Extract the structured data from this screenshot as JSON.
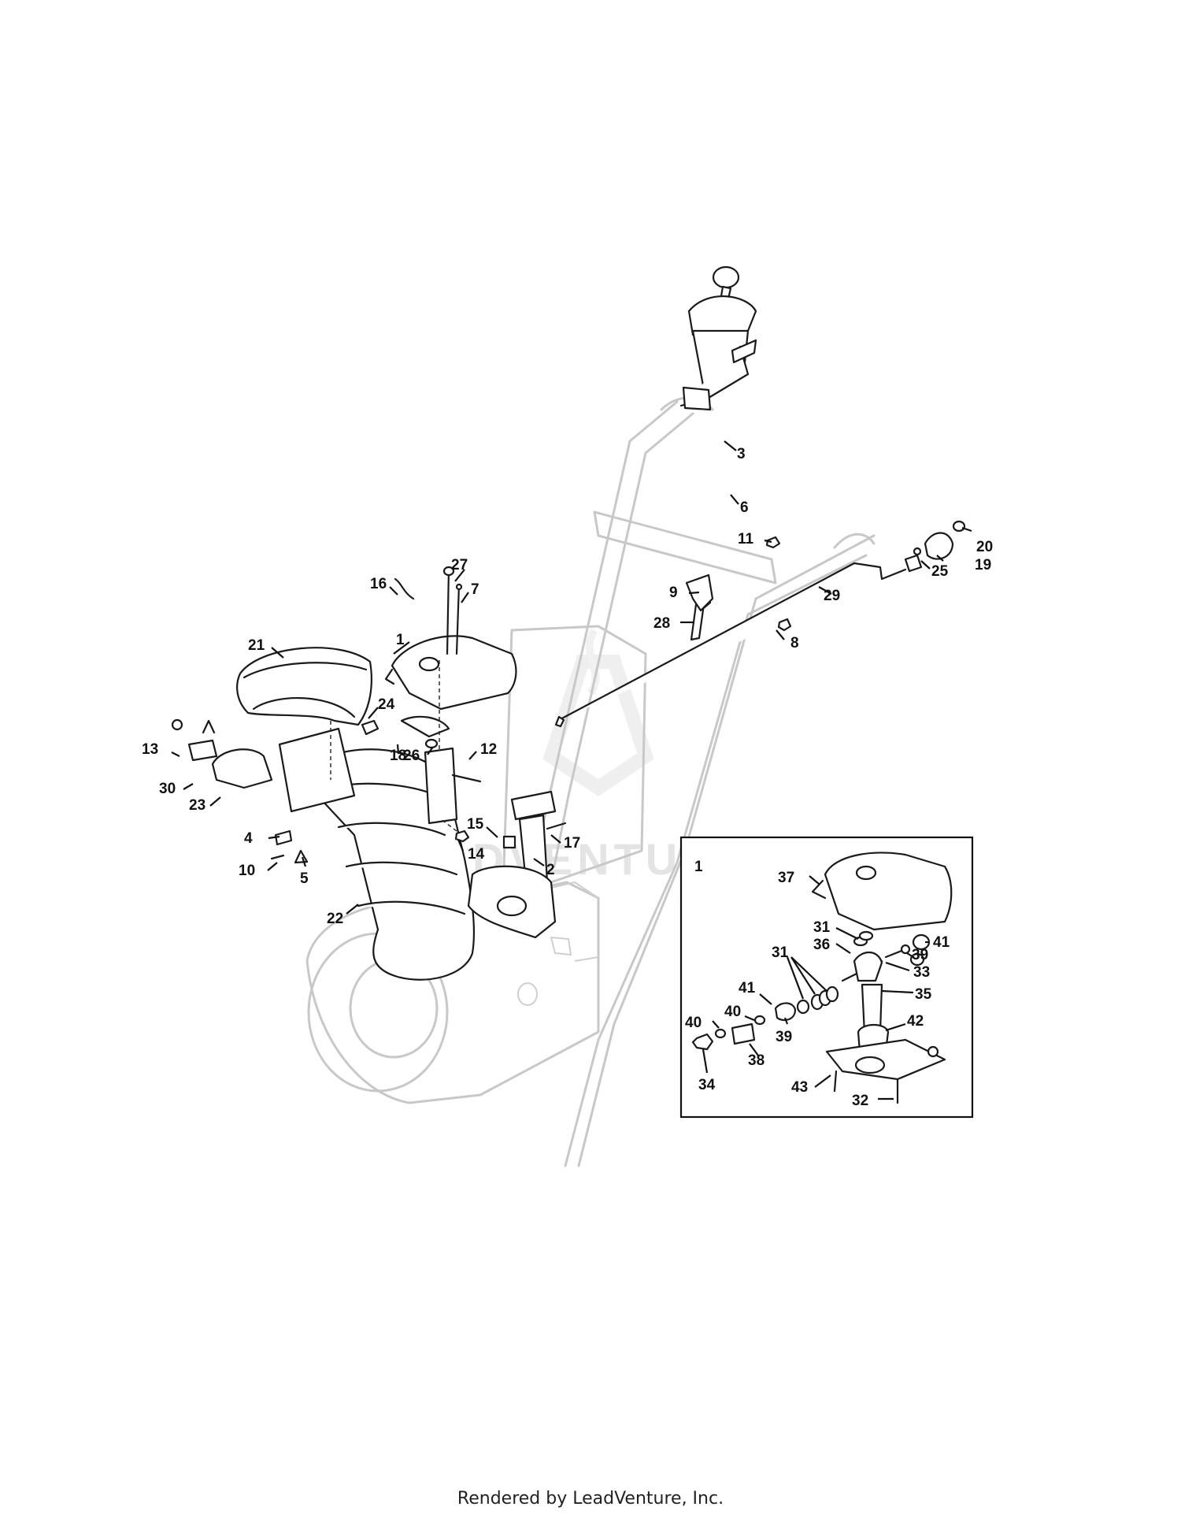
{
  "watermark": "LEADVENTURE",
  "footer": "Rendered by LeadVenture, Inc.",
  "callouts": {
    "c1": "1",
    "c2": "2",
    "c3": "3",
    "c4": "4",
    "c5": "5",
    "c6": "6",
    "c7": "7",
    "c8": "8",
    "c9": "9",
    "c10": "10",
    "c11": "11",
    "c12": "12",
    "c13": "13",
    "c14": "14",
    "c15": "15",
    "c16": "16",
    "c17": "17",
    "c18": "18",
    "c19": "19",
    "c20": "20",
    "c21": "21",
    "c22": "22",
    "c23": "23",
    "c24": "24",
    "c25": "25",
    "c26": "26",
    "c27": "27",
    "c28": "28",
    "c29": "29",
    "c30": "30",
    "inset_title": "1",
    "i37": "37",
    "i31a": "31",
    "i36": "36",
    "i39a": "39",
    "i41a": "41",
    "i33": "33",
    "i31b": "31",
    "i35": "35",
    "i41b": "41",
    "i40a": "40",
    "i39b": "39",
    "i40b": "40",
    "i42": "42",
    "i38": "38",
    "i34": "34",
    "i43": "43",
    "i32": "32"
  }
}
